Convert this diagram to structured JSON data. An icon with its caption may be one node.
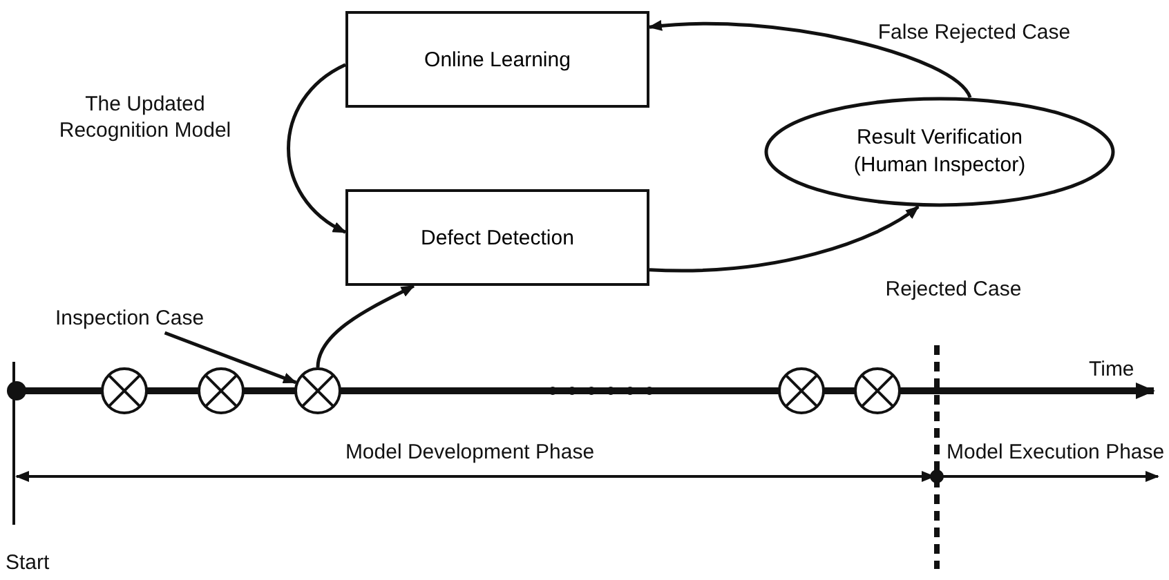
{
  "diagram": {
    "nodes": [
      {
        "text": [
          "Online Learning"
        ]
      },
      {
        "text": [
          "Defect Detection"
        ]
      },
      {
        "text": [
          "Result Verification (Human Inspector)"
        ]
      },
      {
        "text": [],
        "shape": "circle"
      },
      {
        "text": [],
        "shape": "circle"
      },
      {
        "text": [],
        "shape": "circle"
      },
      {
        "text": [],
        "shape": "circle"
      },
      {
        "text": [],
        "shape": "circle"
      },
      {
        "text": [
          "Inspection Case"
        ]
      }
    ],
    "edges": [
      {
        "from": 0,
        "to": 1,
        "arrow": "to",
        "label": "The Updated Recognition Model"
      },
      {
        "from": 1,
        "to": 2,
        "arrow": "to",
        "label": "Rejected Case"
      },
      {
        "from": 2,
        "to": 0,
        "arrow": "to",
        "label": "False Rejected Case"
      },
      {
        "from": 5,
        "to": 1,
        "arrow": "to"
      },
      {
        "from": 8,
        "to": 5,
        "arrow": "to"
      }
    ],
    "labels": [
      "Time",
      "Model Development Phase",
      "Model Execution Phase",
      "Start"
    ]
  }
}
